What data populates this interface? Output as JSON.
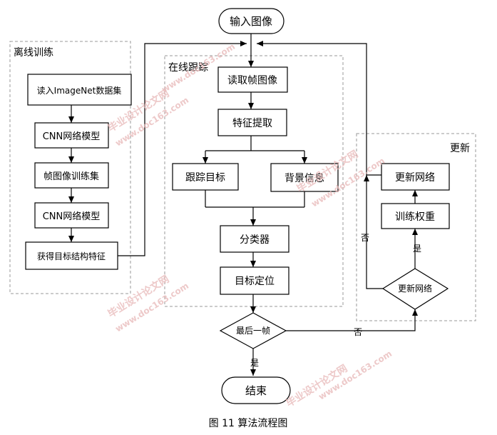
{
  "nodes": {
    "start": "输入图像",
    "read_imagenet": "读入ImageNet数据集",
    "cnn_model_1": "CNN网络模型",
    "frame_train_set": "帧图像训练集",
    "cnn_model_2": "CNN网络模型",
    "get_features": "获得目标结构特征",
    "read_frame": "读取帧图像",
    "feature_extract": "特征提取",
    "track_target": "跟踪目标",
    "background_info": "背景信息",
    "classifier": "分类器",
    "target_locate": "目标定位",
    "last_frame": "最后一帧",
    "end": "结束",
    "update_network_box": "更新网络",
    "train_weights": "训练权重",
    "update_network_decision": "更新网络"
  },
  "groups": {
    "offline": "离线训练",
    "online": "在线跟踪",
    "update": "更新"
  },
  "edge_labels": {
    "yes_end": "是",
    "no_to_update": "否",
    "yes_train": "是",
    "no_back": "否"
  },
  "caption": "图 11 算法流程图",
  "watermarks": [
    "毕业设计论文网",
    "www.doc163.com"
  ]
}
